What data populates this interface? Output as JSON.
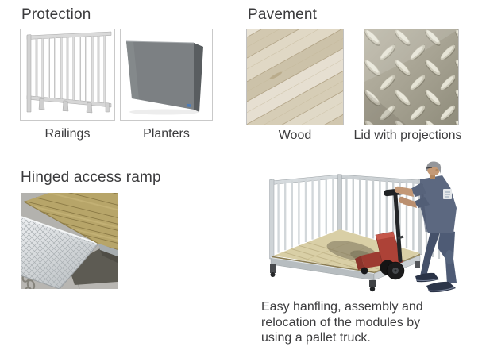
{
  "sections": {
    "protection": {
      "heading": "Protection",
      "items": [
        {
          "label": "Railings",
          "photo": "white-metal-railing-panel"
        },
        {
          "label": "Planters",
          "photo": "gray-metal-planter-box"
        }
      ]
    },
    "pavement": {
      "heading": "Pavement",
      "items": [
        {
          "label": "Wood",
          "photo": "wood-plank-texture"
        },
        {
          "label": "Lid with projections",
          "photo": "diamond-plate-metal-texture"
        }
      ]
    },
    "hinged_ramp": {
      "heading": "Hinged access ramp",
      "photo": "hinged-access-ramp-over-module-edge"
    },
    "handling": {
      "photo": "worker-moving-railing-module-with-pallet-truck",
      "caption_lines": [
        "Easy hanfling, assembly and",
        "relocation of the modules by",
        "using a pallet truck."
      ]
    }
  },
  "colors": {
    "text": "#3b3b3d",
    "background": "#ffffff",
    "photo_border": "#c9c9c9",
    "galvanized_steel": "#cdd2d5",
    "planter_gray": "#7c8083",
    "wood_tan": "#b7a569",
    "pallet_truck_red": "#ad4237",
    "worker_clothing_blue": "#5c6880"
  }
}
